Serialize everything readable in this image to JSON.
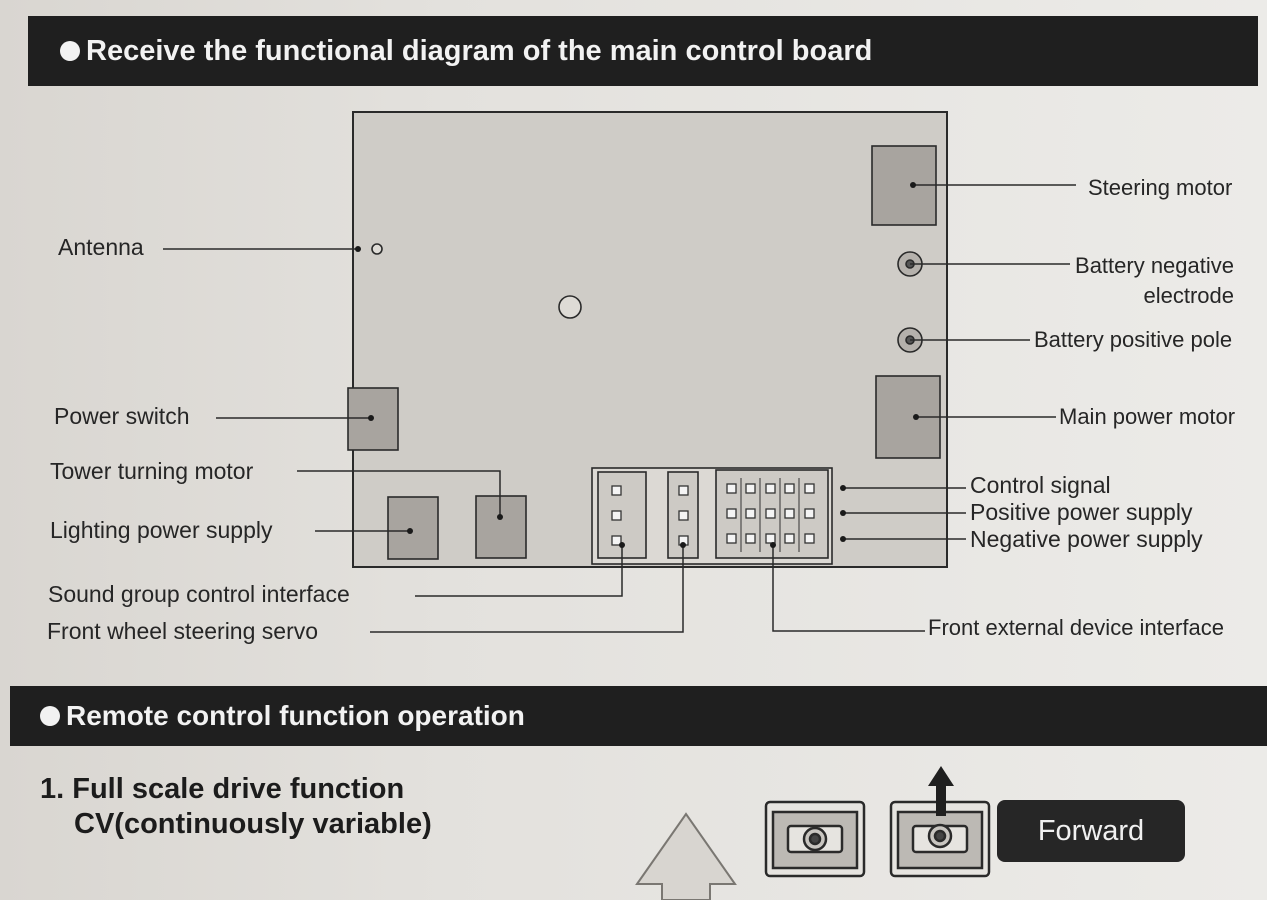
{
  "section1": {
    "title": "Receive the functional diagram of the main control board"
  },
  "labels": {
    "antenna": "Antenna",
    "power_switch": "Power switch",
    "tower_turning_motor": "Tower turning motor",
    "lighting_power_supply": "Lighting power supply",
    "sound_group": "Sound group control interface",
    "front_wheel_servo": "Front wheel steering servo",
    "steering_motor": "Steering motor",
    "battery_negative_1": "Battery negative",
    "battery_negative_2": "electrode",
    "battery_positive": "Battery positive pole",
    "main_power_motor": "Main power motor",
    "control_signal": "Control signal",
    "positive_power": "Positive power supply",
    "negative_power": "Negative power supply",
    "front_external": "Front external device interface"
  },
  "section2": {
    "title": "Remote control function operation"
  },
  "step1": {
    "line1": "1. Full scale drive function",
    "line2": "CV(continuously variable)"
  },
  "forward_label": "Forward"
}
